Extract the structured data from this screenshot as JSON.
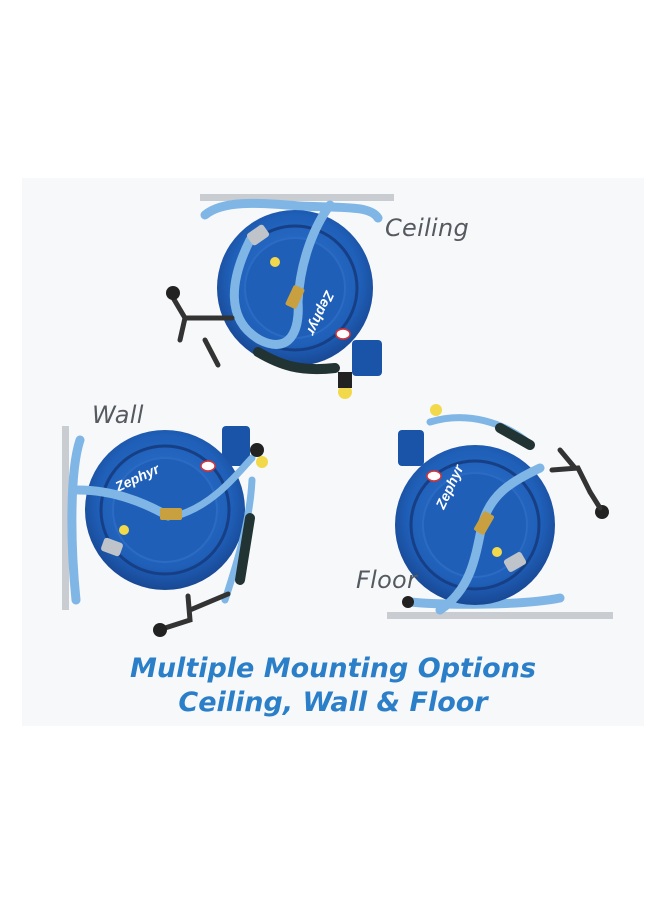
{
  "labels": {
    "ceiling": "Ceiling",
    "wall": "Wall",
    "floor": "Floor"
  },
  "headline": {
    "line1": "Multiple Mounting Options",
    "line2": "Ceiling, Wall & Floor"
  },
  "reel_brand": "Zephyr",
  "colors": {
    "reel_blue": "#1f5fb8",
    "reel_dark": "#163f86",
    "hose": "#7fb6e6",
    "headline": "#2a7fc8",
    "label": "#555a60",
    "mount_surface": "#c9ccd1"
  }
}
